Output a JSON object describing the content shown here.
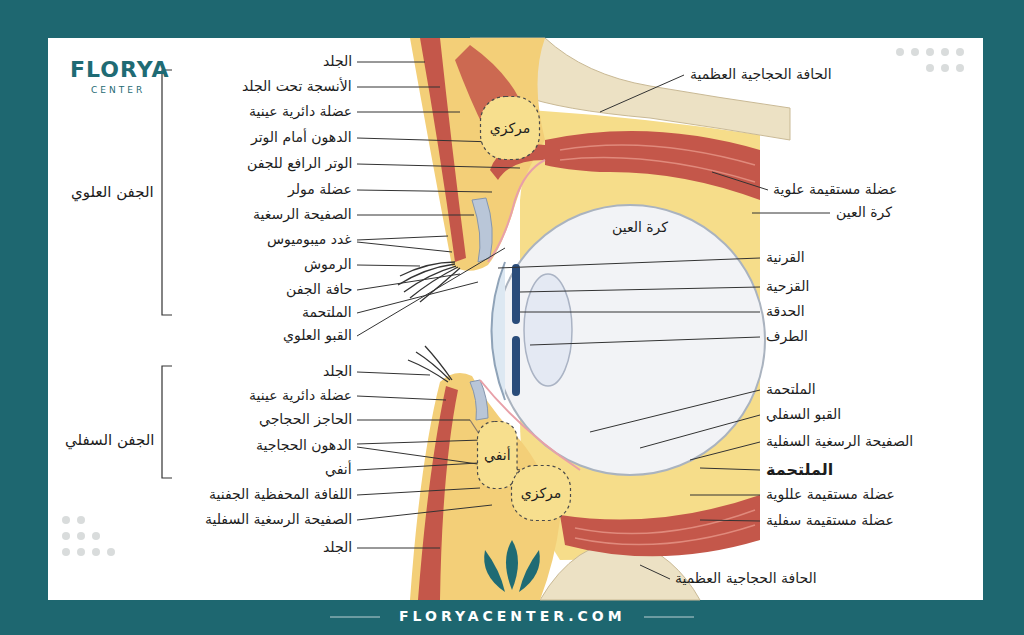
{
  "diagram": {
    "nodes": [
      {
        "text": [
          "مركزي"
        ]
      },
      {
        "text": [
          "أنفي"
        ]
      },
      {
        "text": [
          "مركزي"
        ]
      }
    ],
    "labels": [
      "الجلد",
      "الأنسجة تحت الجلد",
      "عضلة دائرية عينية",
      "الدهون أمام الوتر",
      "الوتر الرافع للجفن",
      "عضلة مولر",
      "الصفيحة الرسغية",
      "غدد ميبوميوس",
      "الرموش",
      "حافة الجفن",
      "الملتحمة",
      "القبو العلوي",
      "الجفن العلوي",
      "الجلد",
      "عضلة دائرية عينية",
      "الحاجز الحجاجي",
      "الدهون الحجاجية",
      "أنفي",
      "اللفافة المحفظية الجفنية",
      "الصفيحة الرسغية السفلية",
      "الجلد",
      "الجفن السفلي",
      "الحافة الحجاجية العظمية",
      "عضلة مستقيمة علوية",
      "كرة العين",
      "القرنية",
      "القزحية",
      "الحدقة",
      "الطرف",
      "الملتحمة",
      "القبو السفلي",
      "الصفيحة الرسغية السفلية",
      "الملتحمة",
      "عضلة مستقيمة عللوية",
      "عضلة مستقيمة سفلية",
      "الحافة الحجاجية العظمية",
      "كرة العين",
      "FLORYA",
      "CENTER",
      "FLORYACENTER.COM"
    ]
  }
}
